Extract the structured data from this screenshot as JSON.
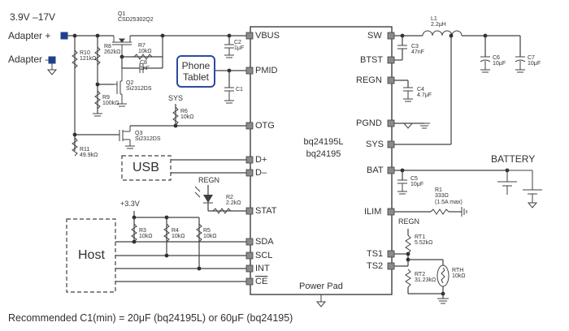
{
  "inputs": {
    "voltage_range": "3.9V –17V",
    "adapter_plus": "Adapter +",
    "adapter_minus": "Adapter –"
  },
  "ic": {
    "name_line1": "bq24195L",
    "name_line2": "bq24195",
    "power_pad": "Power Pad",
    "pins_left": [
      "VBUS",
      "PMID",
      "OTG",
      "D+",
      "D–",
      "STAT",
      "SDA",
      "SCL",
      "INT",
      "CE"
    ],
    "pins_right": [
      "SW",
      "BTST",
      "REGN",
      "PGND",
      "SYS",
      "BAT",
      "ILIM",
      "TS1",
      "TS2"
    ]
  },
  "components": {
    "q1": {
      "ref": "Q1",
      "part": "CSD25302Q2"
    },
    "q2": {
      "ref": "Q2",
      "part": "Si2312DS"
    },
    "q3": {
      "ref": "Q3",
      "part": "Si2312DS"
    },
    "r6": {
      "ref": "R6",
      "value": "10kΩ"
    },
    "r7": {
      "ref": "R7",
      "value": "10kΩ"
    },
    "r8": {
      "ref": "R8",
      "value": "262kΩ"
    },
    "r9": {
      "ref": "R9",
      "value": "100kΩ"
    },
    "r10": {
      "ref": "R10",
      "value": "121kΩ"
    },
    "r11": {
      "ref": "R11",
      "value": "49.9kΩ"
    },
    "r2": {
      "ref": "R2",
      "value": "2.2kΩ"
    },
    "r3": {
      "ref": "R3",
      "value": "10kΩ"
    },
    "r4": {
      "ref": "R4",
      "value": "10kΩ"
    },
    "r5": {
      "ref": "R5",
      "value": "10kΩ"
    },
    "c1": {
      "ref": "C1"
    },
    "c2": {
      "ref": "C2",
      "value": "1μF"
    },
    "c8": {
      "ref": "C8",
      "value": "1nF"
    },
    "c3": {
      "ref": "C3",
      "value": "47nF"
    },
    "c4": {
      "ref": "C4",
      "value": "4.7μF"
    },
    "c5": {
      "ref": "C5",
      "value": "10μF"
    },
    "c6": {
      "ref": "C6",
      "value": "10μF"
    },
    "c7": {
      "ref": "C7",
      "value": "10μF"
    },
    "l1": {
      "ref": "L1",
      "value": "2.2μH"
    },
    "r1": {
      "ref": "R1",
      "value": "333Ω",
      "note": "(1.5A max)"
    },
    "rt1": {
      "ref": "RT1",
      "value": "5.52kΩ"
    },
    "rt2": {
      "ref": "RT2",
      "value": "31.23kΩ"
    },
    "rth": {
      "ref": "RTH",
      "value": "10kΩ"
    }
  },
  "nets": {
    "sys": "SYS",
    "regn_stat": "REGN",
    "regn_ts": "REGN",
    "supply_3v3": "+3.3V"
  },
  "blocks": {
    "phone_tablet_line1": "Phone",
    "phone_tablet_line2": "Tablet",
    "usb": "USB",
    "host": "Host",
    "battery": "BATTERY"
  },
  "footer": {
    "note": "Recommended C1(min) = 20μF (bq24195L) or 60μF (bq24195)"
  }
}
